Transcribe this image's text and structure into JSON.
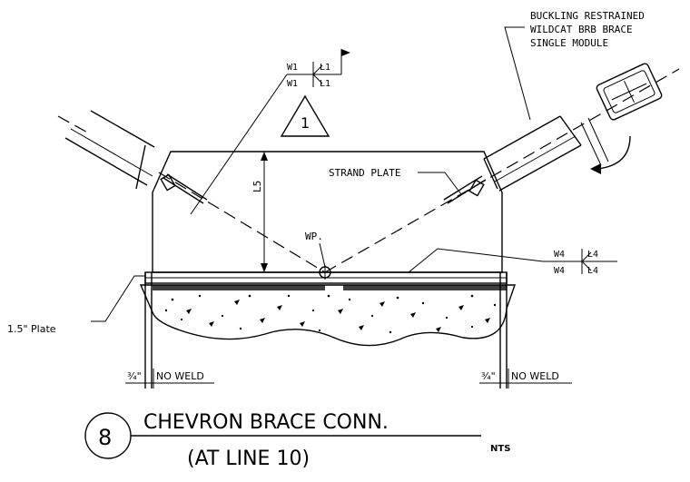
{
  "title": {
    "detail_number": "8",
    "line1": "CHEVRON BRACE CONN.",
    "line2": "(AT LINE 10)",
    "scale_note": "NTS"
  },
  "callouts": {
    "brace_note_line1": "BUCKLING RESTRAINED",
    "brace_note_line2": "WILDCAT BRB BRACE",
    "brace_note_line3": "SINGLE MODULE",
    "strand_plate": "STRAND PLATE",
    "work_point": "WP.",
    "dimension_label": "L5",
    "plate_label": "1.5\" Plate",
    "revision_number": "1"
  },
  "weld_symbols": {
    "top_upper_size": "W1",
    "top_upper_length": "L1",
    "top_lower_size": "W1",
    "top_lower_length": "L1",
    "base_upper_size": "W4",
    "base_upper_length": "L4",
    "base_lower_size": "W4",
    "base_lower_length": "L4"
  },
  "notes": {
    "left_fraction": "¾\"",
    "left_no_weld": "NO WELD",
    "right_fraction": "¾\"",
    "right_no_weld": "NO WELD"
  }
}
